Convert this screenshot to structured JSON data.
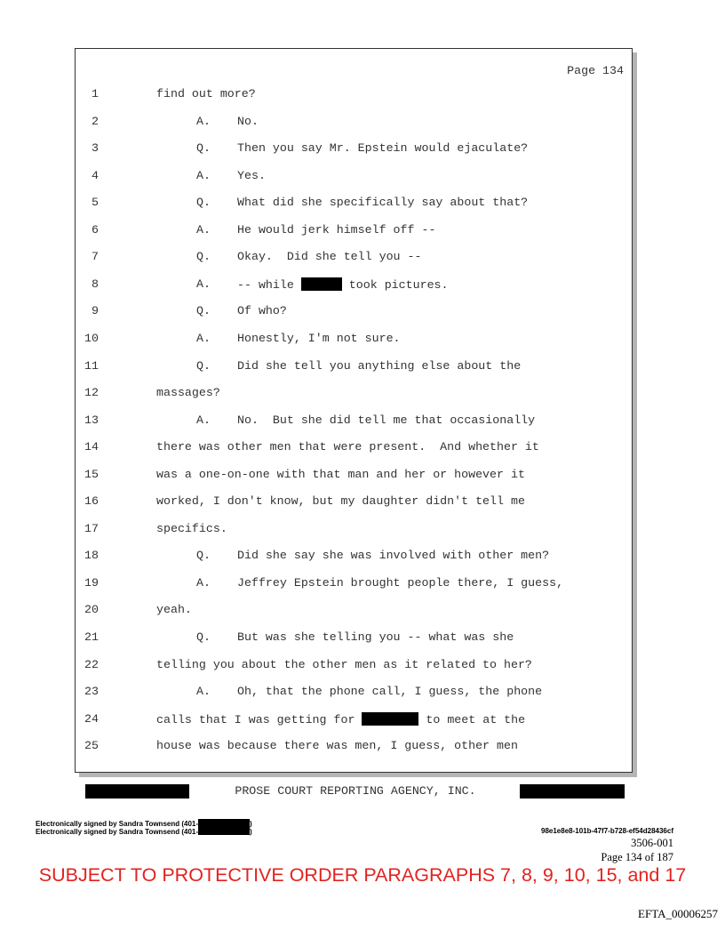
{
  "page_header": "Page 134",
  "lines": [
    {
      "n": "1",
      "text": "find out more?"
    },
    {
      "n": "2",
      "label": "A.",
      "text": "No."
    },
    {
      "n": "3",
      "label": "Q.",
      "text": "Then you say Mr. Epstein would ejaculate?"
    },
    {
      "n": "4",
      "label": "A.",
      "text": "Yes."
    },
    {
      "n": "5",
      "label": "Q.",
      "text": "What did she specifically say about that?"
    },
    {
      "n": "6",
      "label": "A.",
      "text": "He would jerk himself off --"
    },
    {
      "n": "7",
      "label": "Q.",
      "text": "Okay.  Did she tell you --"
    },
    {
      "n": "8",
      "label": "A.",
      "text": "-- while ",
      "after": " took pictures.",
      "redact": 46
    },
    {
      "n": "9",
      "label": "Q.",
      "text": "Of who?"
    },
    {
      "n": "10",
      "label": "A.",
      "text": "Honestly, I'm not sure."
    },
    {
      "n": "11",
      "label": "Q.",
      "text": "Did she tell you anything else about the"
    },
    {
      "n": "12",
      "text": "massages?"
    },
    {
      "n": "13",
      "label": "A.",
      "text": "No.  But she did tell me that occasionally"
    },
    {
      "n": "14",
      "text": "there was other men that were present.  And whether it"
    },
    {
      "n": "15",
      "text": "was a one-on-one with that man and her or however it"
    },
    {
      "n": "16",
      "text": "worked, I don't know, but my daughter didn't tell me"
    },
    {
      "n": "17",
      "text": "specifics."
    },
    {
      "n": "18",
      "label": "Q.",
      "text": "Did she say she was involved with other men?"
    },
    {
      "n": "19",
      "label": "A.",
      "text": "Jeffrey Epstein brought people there, I guess,"
    },
    {
      "n": "20",
      "text": "yeah."
    },
    {
      "n": "21",
      "label": "Q.",
      "text": "But was she telling you -- what was she"
    },
    {
      "n": "22",
      "text": "telling you about the other men as it related to her?"
    },
    {
      "n": "23",
      "label": "A.",
      "text": "Oh, that the phone call, I guess, the phone"
    },
    {
      "n": "24",
      "text": "calls that I was getting for ",
      "after": " to meet at the",
      "redact": 64
    },
    {
      "n": "25",
      "text": "house was because there was men, I guess, other men"
    }
  ],
  "footer": {
    "agency": "PROSE COURT REPORTING AGENCY, INC.",
    "signed_1": "Electronically signed by Sandra Townsend (401-",
    "signed_2": "Electronically signed by Sandra Townsend (401-",
    "signed_close": ")",
    "hash": "98e1e8e8-101b-47f7-b728-ef54d28436cf",
    "case_no": "3506-001",
    "page_of": "Page 134 of 187",
    "protective": "SUBJECT TO PROTECTIVE ORDER PARAGRAPHS 7, 8, 9, 10, 15, and 17",
    "bates": "EFTA_00006257"
  }
}
